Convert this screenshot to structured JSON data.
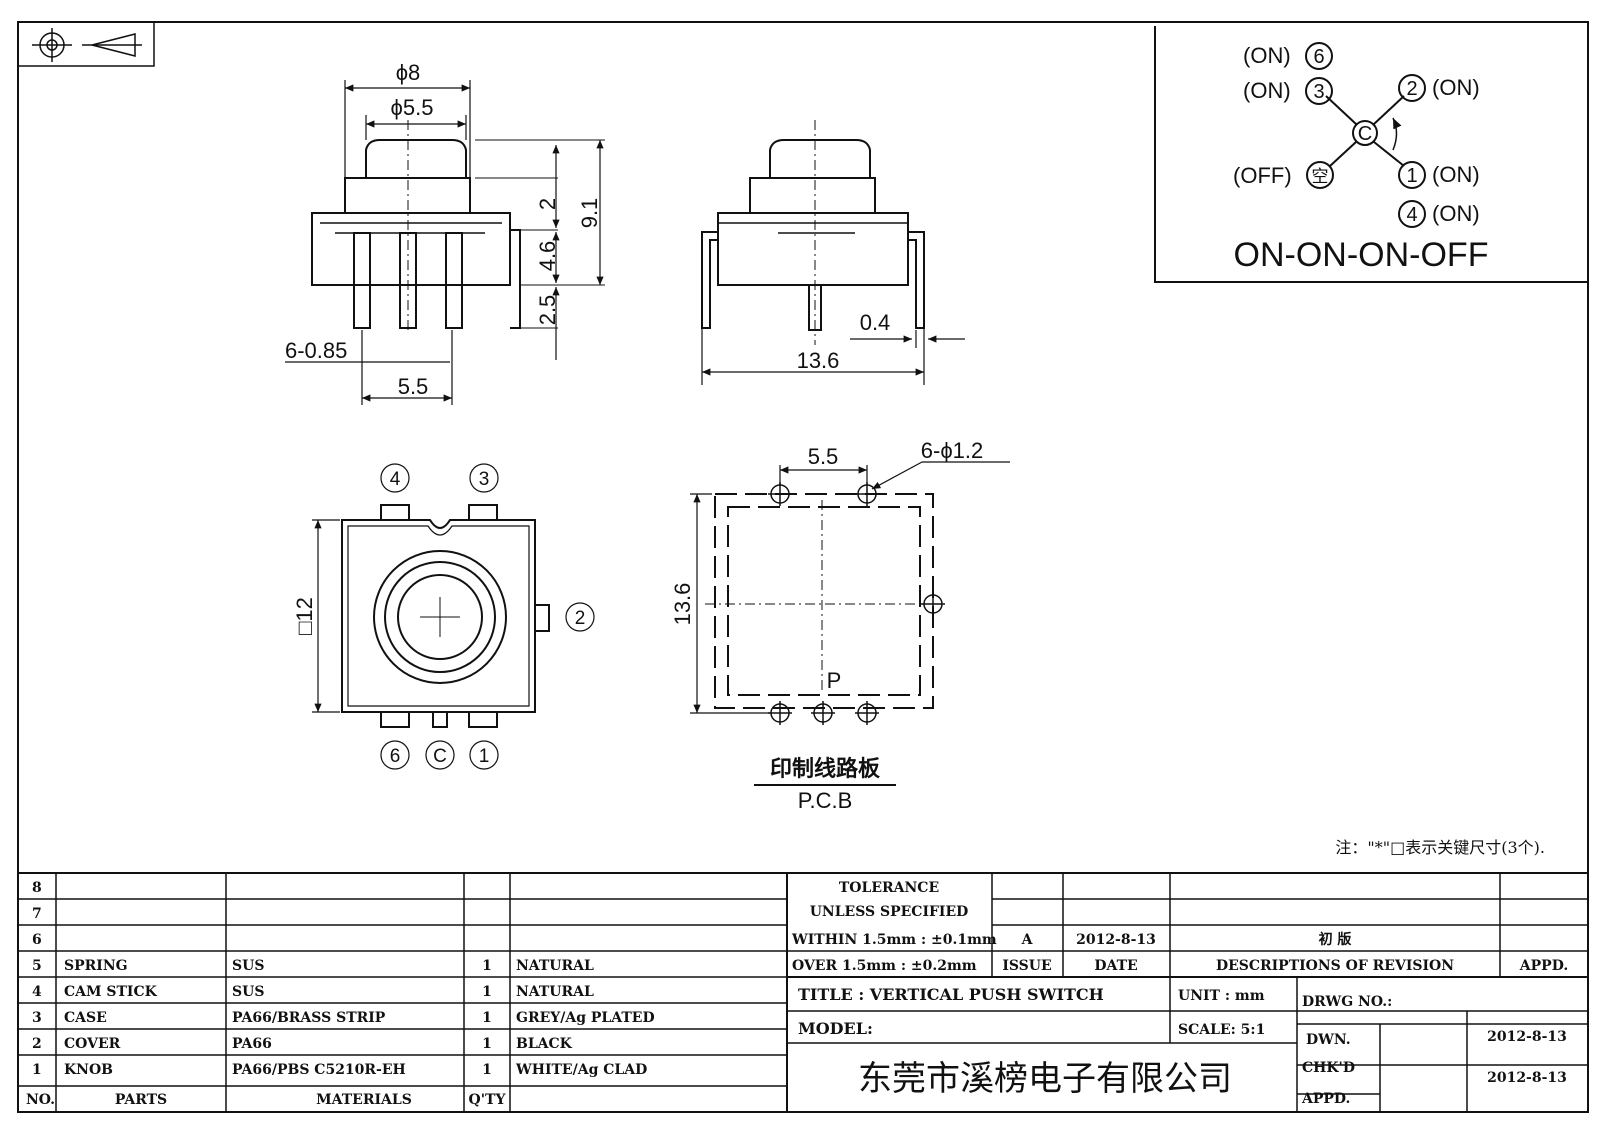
{
  "dims": {
    "phi8": "ϕ8",
    "phi55": "ϕ5.5",
    "d2": "2",
    "d91": "9.1",
    "d46": "4.6",
    "d25": "2.5",
    "pins": "6-0.85",
    "pitch55": "5.5",
    "d04": "0.4",
    "w136": "13.6",
    "sq12": "□12",
    "pcb55": "5.5",
    "holes": "6-ϕ1.2",
    "pcb136": "13.6",
    "p": "P"
  },
  "pins": {
    "p1": "1",
    "p2": "2",
    "p3": "3",
    "p4": "4",
    "p6": "6",
    "c": "C"
  },
  "schematic": {
    "on6": "(ON)",
    "on3": "(ON)",
    "on2": "(ON)",
    "off": "(OFF)",
    "kong": "空",
    "on1": "(ON)",
    "on4": "(ON)",
    "n6": "6",
    "n3": "3",
    "n2": "2",
    "n1": "1",
    "n4": "4",
    "c": "C",
    "title": "ON-ON-ON-OFF"
  },
  "pcb_label": {
    "cn": "印制线路板",
    "en": "P.C.B"
  },
  "note": "注：\"*\"□表示关键尺寸(3个).",
  "parts_table": {
    "rows": [
      {
        "no": "8",
        "part": "",
        "material": "",
        "qty": "",
        "finish": ""
      },
      {
        "no": "7",
        "part": "",
        "material": "",
        "qty": "",
        "finish": ""
      },
      {
        "no": "6",
        "part": "",
        "material": "",
        "qty": "",
        "finish": ""
      },
      {
        "no": "5",
        "part": "SPRING",
        "material": "SUS",
        "qty": "1",
        "finish": "NATURAL"
      },
      {
        "no": "4",
        "part": "CAM STICK",
        "material": "SUS",
        "qty": "1",
        "finish": "NATURAL"
      },
      {
        "no": "3",
        "part": "CASE",
        "material": "PA66/BRASS STRIP",
        "qty": "1",
        "finish": "GREY/Ag PLATED"
      },
      {
        "no": "2",
        "part": "COVER",
        "material": "PA66",
        "qty": "1",
        "finish": "BLACK"
      },
      {
        "no": "1",
        "part": "KNOB",
        "material": "PA66/PBS C5210R-EH",
        "qty": "1",
        "finish": "WHITE/Ag CLAD"
      }
    ],
    "header": {
      "no": "NO.",
      "parts": "PARTS",
      "materials": "MATERIALS",
      "qty": "Q'TY"
    }
  },
  "title_block": {
    "tol1": "TOLERANCE",
    "tol2": "UNLESS  SPECIFIED",
    "tol3": "WITHIN 1.5mm : ±0.1mm",
    "tol4": "OVER 1.5mm : ±0.2mm",
    "rev": "A",
    "rev_date": "2012-8-13",
    "rev_desc": "初  版",
    "issue": "ISSUE",
    "date": "DATE",
    "desc": "DESCRIPTIONS OF REVISION",
    "appd": "APPD.",
    "title": "TITLE :  VERTICAL PUSH SWITCH",
    "unit": "UNIT :  mm",
    "drwg": "DRWG NO.:",
    "model": "MODEL:",
    "scale": "SCALE:  5:1",
    "dwn": "DWN.",
    "dwn_date": "2012-8-13",
    "chkd": "CHK'D",
    "chkd_date": "2012-8-13",
    "appd2": "APPD.",
    "company": "东莞市溪榜电子有限公司"
  }
}
